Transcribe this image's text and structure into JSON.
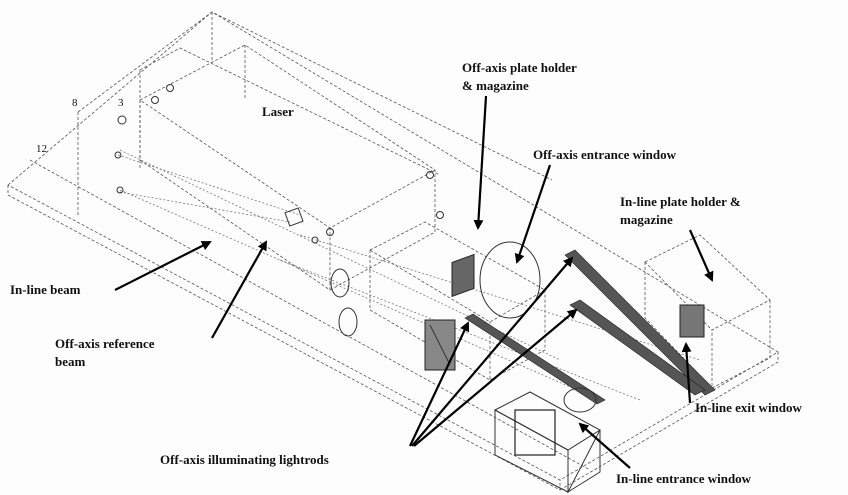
{
  "labels": {
    "laser": "Laser",
    "offaxis_plate_holder_1": "Off-axis plate holder",
    "offaxis_plate_holder_2": "& magazine",
    "offaxis_entrance_window": "Off-axis entrance window",
    "inline_plate_holder_1": "In-line plate holder &",
    "inline_plate_holder_2": "magazine",
    "inline_beam": "In-line beam",
    "offaxis_reference_beam_1": "Off-axis reference",
    "offaxis_reference_beam_2": "beam",
    "inline_exit_window": "In-line exit window",
    "offaxis_illuminating_lightrods": "Off-axis illuminating lightrods",
    "inline_entrance_window": "In-line entrance window"
  },
  "dimension_marks": {
    "mark_a": "8",
    "mark_b": "3",
    "mark_c": "12"
  },
  "colors": {
    "line": "#333333",
    "arrow": "#000000",
    "background": "#fdfdfd"
  }
}
